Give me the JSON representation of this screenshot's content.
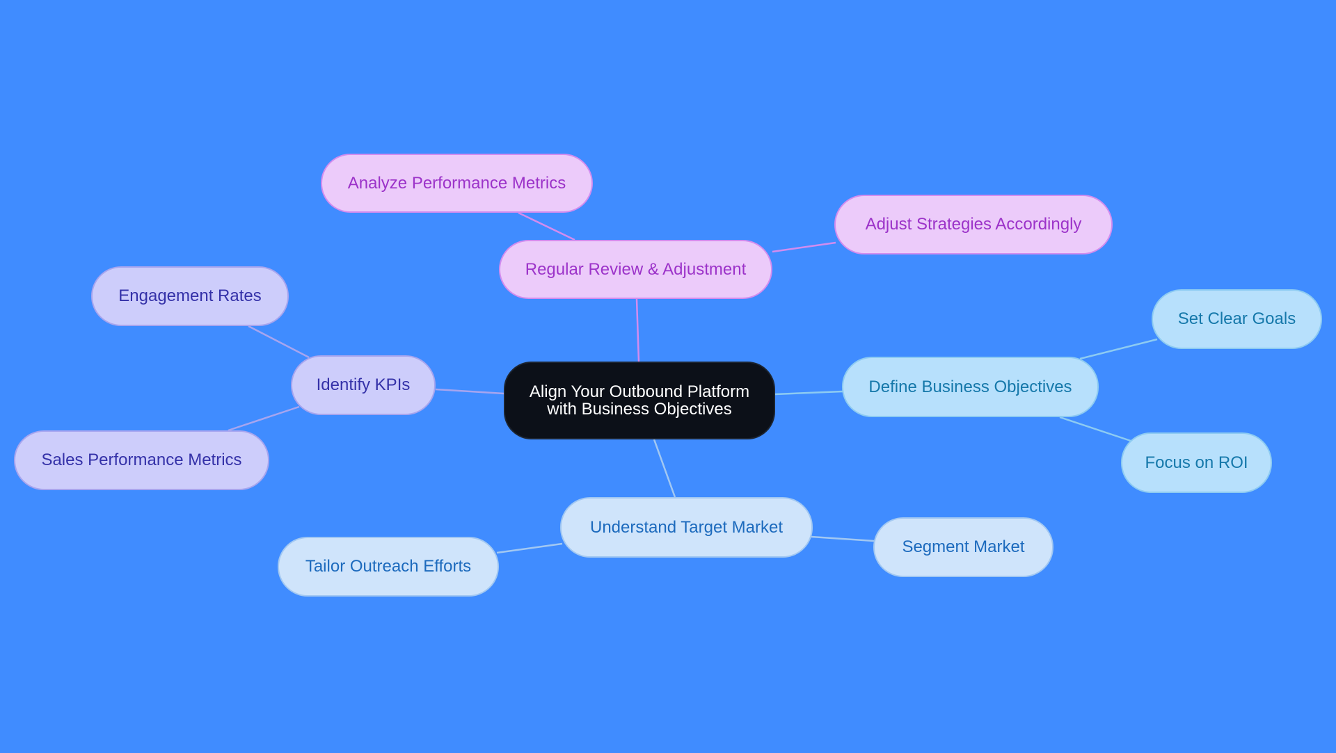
{
  "diagram": {
    "type": "mind-map",
    "root": {
      "label": "Align Your Outbound Platform with Business Objectives"
    },
    "branches": [
      {
        "label": "Regular Review & Adjustment",
        "color": "#eccbfa",
        "children": [
          "Analyze Performance Metrics",
          "Adjust Strategies Accordingly"
        ]
      },
      {
        "label": "Identify KPIs",
        "color": "#cdcdfb",
        "children": [
          "Engagement Rates",
          "Sales Performance Metrics"
        ]
      },
      {
        "label": "Define Business Objectives",
        "color": "#b7e0fc",
        "children": [
          "Set Clear Goals",
          "Focus on ROI"
        ]
      },
      {
        "label": "Understand Target Market",
        "color": "#cfe4fb",
        "children": [
          "Tailor Outreach Efforts",
          "Segment Market"
        ]
      }
    ]
  },
  "colors": {
    "background": "#408cff",
    "root_fill": "#0c1018",
    "edge_magenta": "#d28cef",
    "edge_lavender": "#a7a5ef",
    "edge_sky": "#8dcbf2",
    "edge_pale": "#a2c8f2"
  }
}
